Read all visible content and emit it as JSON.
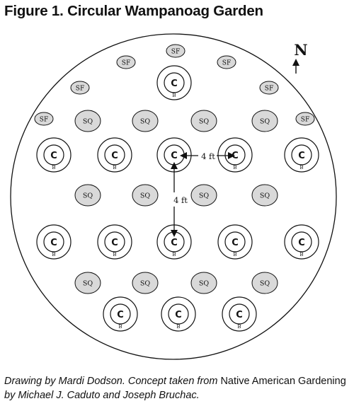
{
  "title": "Figure 1. Circular Wampanoag Garden",
  "north_label": "N",
  "labels": {
    "corn": "C",
    "bean": "B",
    "squash": "SQ",
    "sunflower": "SF"
  },
  "spacing_label_horizontal": "4 ft",
  "spacing_label_vertical": "4 ft",
  "caption": {
    "part1": "Drawing by Mardi Dodson. Concept taken from ",
    "part2": "Native American Gardening",
    "part3": " by Michael J. Caduto and Joseph Bruchac."
  },
  "colors": {
    "squash_fill": "#d9d9d9",
    "ink": "#111111"
  }
}
